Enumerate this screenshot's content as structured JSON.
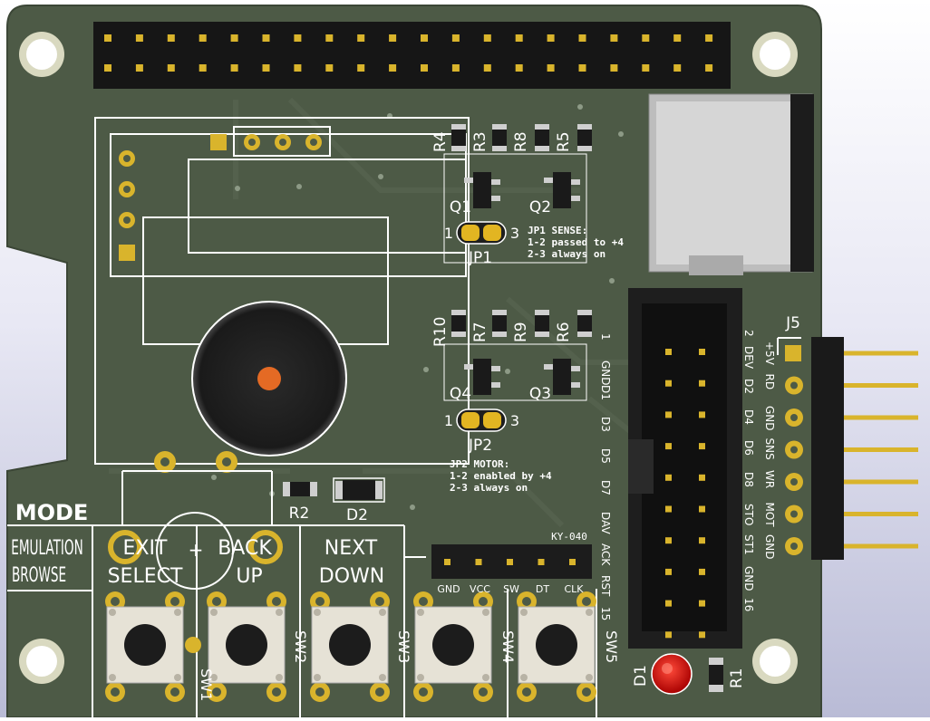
{
  "board": {
    "colors": {
      "soldermask": "#4d5a46",
      "silkscreen": "#ffffff",
      "pad_gold": "#d9b42c",
      "header_black": "#1c1c1c",
      "led_red": "#d10f0f",
      "buzzer_center": "#e46a24"
    },
    "silk": {
      "mode_title": "MODE",
      "mode_emulation": "EMULATION",
      "mode_browse": "BROWSE",
      "btn1_top": "EXIT",
      "btn1_bottom": "SELECT",
      "btn2_top": "BACK",
      "btn2_bottom": "UP",
      "btn3_top": "NEXT",
      "btn3_bottom": "DOWN",
      "plus": "+",
      "sw1": "SW1",
      "sw2": "SW2",
      "sw3": "SW3",
      "sw4": "SW4",
      "sw5": "SW5",
      "ky040": "KY-040",
      "ky_pins": [
        "GND",
        "VCC",
        "SW",
        "DT",
        "CLK"
      ],
      "jp1_title": "JP1 SENSE:",
      "jp1_line1": "1-2 passed to +4",
      "jp1_line2": "2-3 always on",
      "jp2_title": "JP2 MOTOR:",
      "jp2_line1": "1-2 enabled by +4",
      "jp2_line2": "2-3 always on",
      "jp1_label": "JP1",
      "jp2_label": "JP2",
      "jp_pin1": "1",
      "jp_pin3": "3",
      "q1": "Q1",
      "q2": "Q2",
      "q3": "Q3",
      "q4": "Q4",
      "r1": "R1",
      "r2": "R2",
      "r3": "R3",
      "r4": "R4",
      "r5": "R5",
      "r6": "R6",
      "r7": "R7",
      "r8": "R8",
      "r9": "R9",
      "r10": "R10",
      "d1": "D1",
      "d2": "D2",
      "j5": "J5",
      "j5_pins": [
        "+5V",
        "RD",
        "GND",
        "SNS",
        "WR",
        "MOT",
        "GND"
      ],
      "idc_left": [
        "1",
        "GND",
        "D1",
        "D3",
        "D5",
        "D7",
        "DAV",
        "ACK",
        "RST",
        "15"
      ],
      "idc_right": [
        "2",
        "DEV",
        "D2",
        "D4",
        "D6",
        "D8",
        "STO",
        "ST1",
        "GND",
        "16"
      ]
    }
  }
}
